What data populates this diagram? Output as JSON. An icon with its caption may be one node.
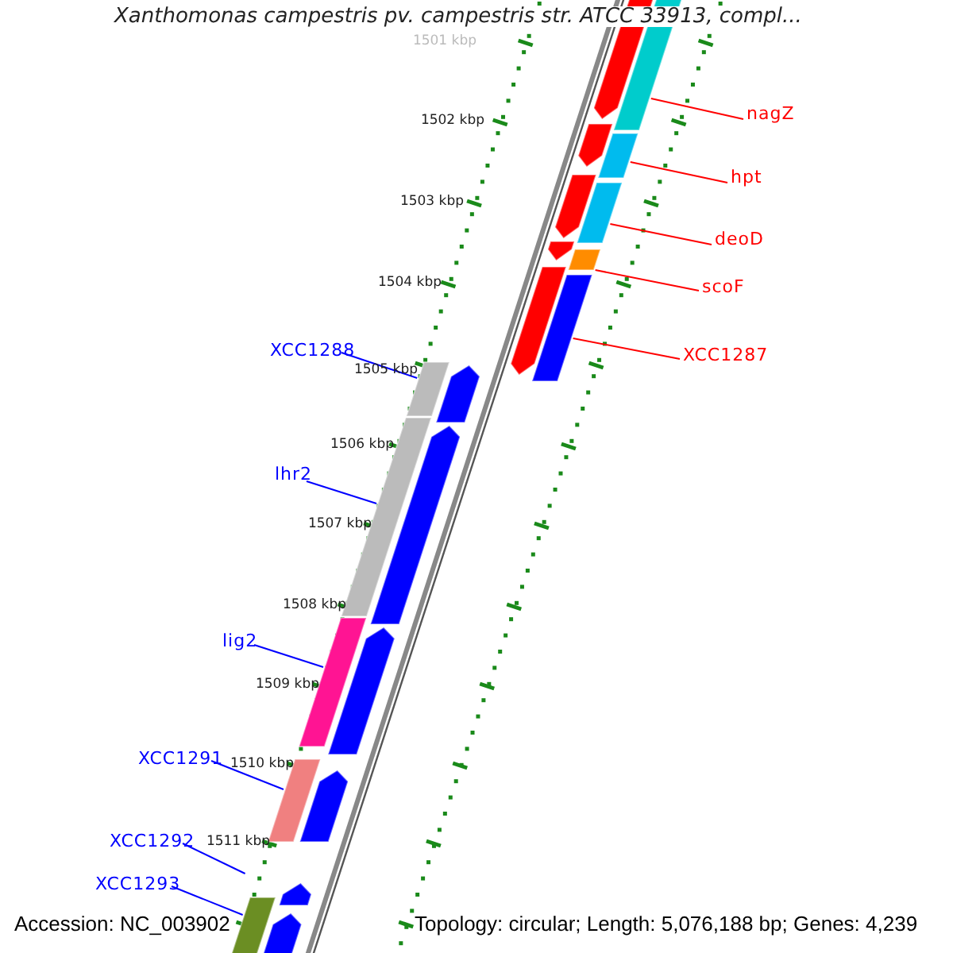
{
  "diagram": {
    "title": "Xanthomonas campestris pv. campestris str. ATCC 33913, compl...",
    "nodes": [
      {
        "text": [
          "nagZ"
        ]
      },
      {
        "text": [
          "hpt"
        ]
      },
      {
        "text": [
          "deoD"
        ]
      },
      {
        "text": [
          "scoF"
        ]
      },
      {
        "text": [
          "XCC1287"
        ]
      },
      {
        "text": [
          "XCC1288"
        ]
      },
      {
        "text": [
          "lhr2"
        ]
      },
      {
        "text": [
          "lig2"
        ]
      },
      {
        "text": [
          "XCC1291"
        ]
      },
      {
        "text": [
          "XCC1292"
        ]
      },
      {
        "text": [
          "XCC1293"
        ]
      },
      {
        "text": [],
        "shape": "bar"
      },
      {
        "text": [],
        "shape": "bar"
      },
      {
        "text": [],
        "shape": "bar"
      },
      {
        "text": [],
        "shape": "bar"
      },
      {
        "text": [],
        "shape": "bar"
      },
      {
        "text": [],
        "shape": "bar"
      },
      {
        "text": [],
        "shape": "bar"
      },
      {
        "text": [],
        "shape": "bar"
      },
      {
        "text": [],
        "shape": "bar"
      },
      {
        "text": [],
        "shape": "bar"
      },
      {
        "text": [],
        "shape": "pentagon"
      },
      {
        "text": [],
        "shape": "pentagon"
      },
      {
        "text": [],
        "shape": "pentagon"
      },
      {
        "text": [],
        "shape": "pentagon"
      },
      {
        "text": [],
        "shape": "pentagon"
      },
      {
        "text": [],
        "shape": "pentagon"
      },
      {
        "text": [],
        "shape": "pentagon"
      },
      {
        "text": [],
        "shape": "pentagon"
      },
      {
        "text": [],
        "shape": "pentagon"
      },
      {
        "text": [],
        "shape": "pentagon"
      },
      {
        "text": [],
        "shape": "pentagon"
      }
    ],
    "edges": [
      {
        "from": 0,
        "to": 11,
        "arrow": "none",
        "color": "#ff0000"
      },
      {
        "from": 1,
        "to": 12,
        "arrow": "none",
        "color": "#ff0000"
      },
      {
        "from": 2,
        "to": 13,
        "arrow": "none",
        "color": "#ff0000"
      },
      {
        "from": 3,
        "to": 14,
        "arrow": "none",
        "color": "#ff0000"
      },
      {
        "from": 4,
        "to": 15,
        "arrow": "none",
        "color": "#ff0000"
      },
      {
        "from": 5,
        "to": 16,
        "arrow": "none"
      },
      {
        "from": 6,
        "to": 17,
        "arrow": "none"
      },
      {
        "from": 7,
        "to": 18,
        "arrow": "none"
      },
      {
        "from": 8,
        "to": 19,
        "arrow": "none"
      },
      {
        "from": 9,
        "to": null,
        "arrow": "none"
      },
      {
        "from": 10,
        "to": 20,
        "arrow": "none"
      }
    ],
    "labels": [
      "1501 kbp",
      "1502 kbp",
      "1503 kbp",
      "1504 kbp",
      "1505 kbp",
      "1506 kbp",
      "1507 kbp",
      "1508 kbp",
      "1509 kbp",
      "1510 kbp",
      "1511 kbp",
      "Accession: NC_003902",
      "Topology: circular; Length: 5,076,188 bp; Genes: 4,239"
    ]
  }
}
